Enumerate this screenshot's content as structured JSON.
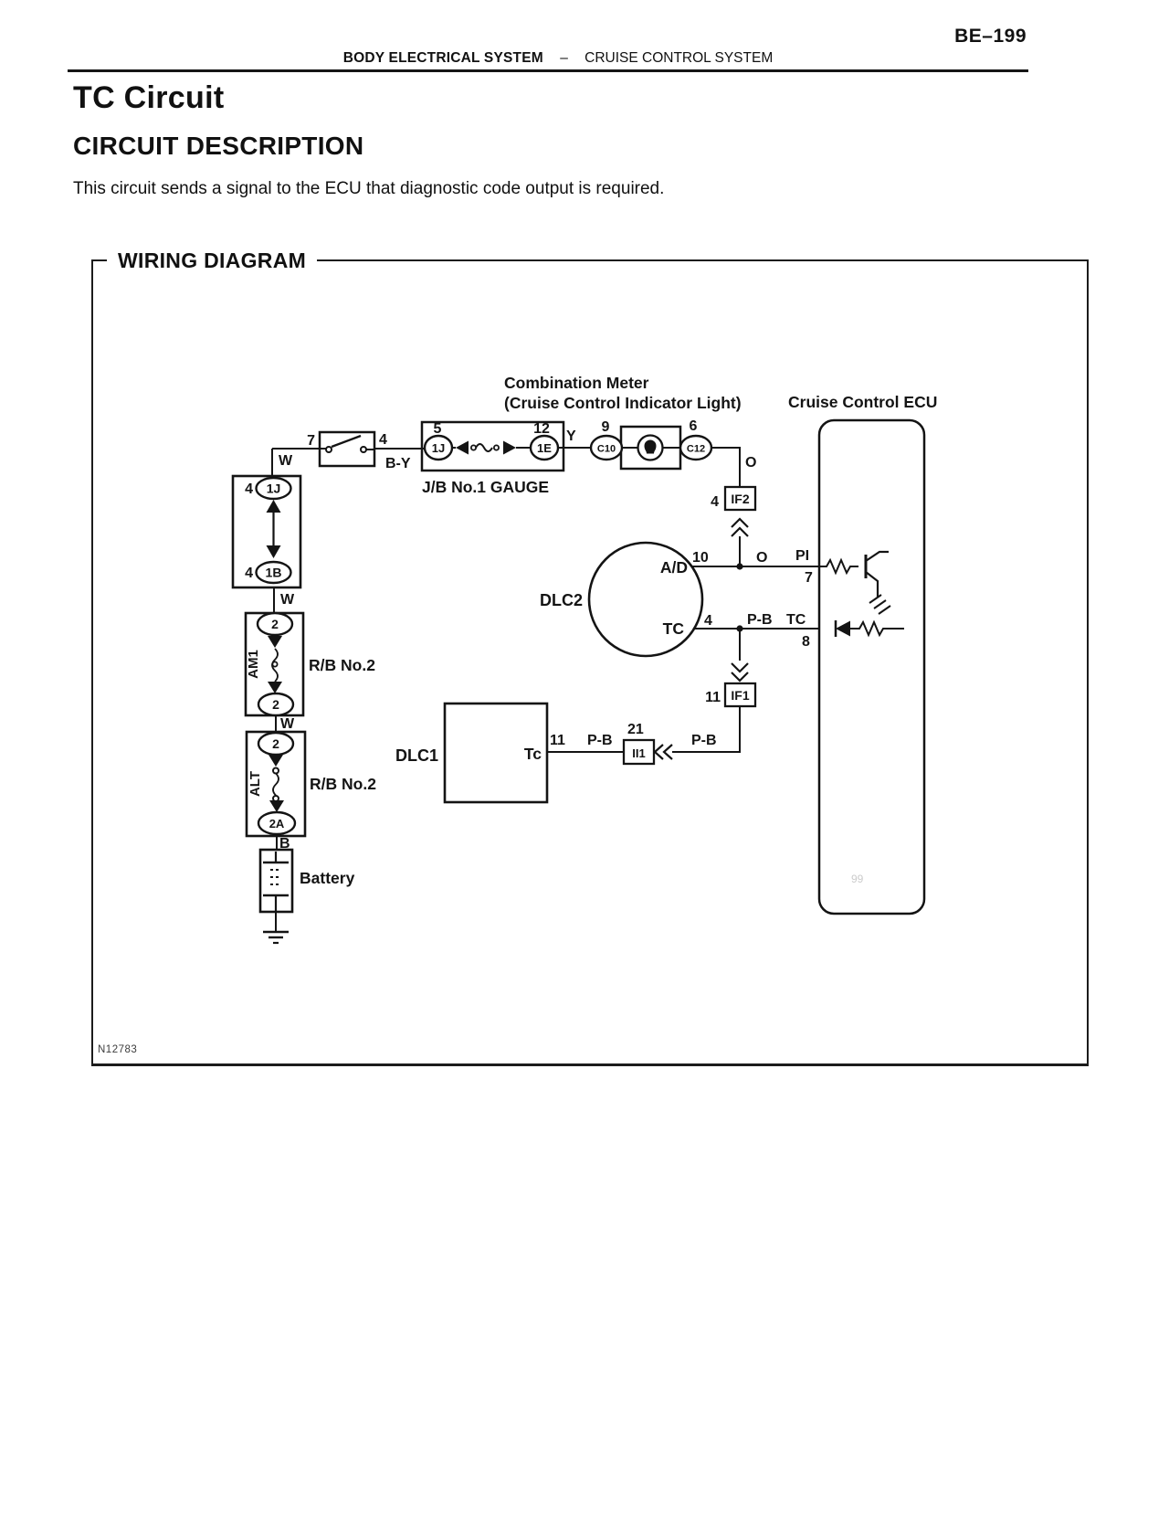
{
  "page": {
    "page_number": "BE–199",
    "section": "BODY ELECTRICAL SYSTEM",
    "separator": "–",
    "subsection": "CRUISE CONTROL SYSTEM",
    "title": "TC Circuit",
    "heading": "CIRCUIT DESCRIPTION",
    "description": "This circuit sends a signal to the ECU that diagnostic code output is required.",
    "figure_code": "N12783"
  },
  "diagram": {
    "title": "WIRING DIAGRAM",
    "components": {
      "combination_meter_1": "Combination Meter",
      "combination_meter_2": "(Cruise Control Indicator Light)",
      "cruise_control_ecu": "Cruise Control ECU",
      "jb_gauge": "J/B No.1 GAUGE",
      "rb_no2_am1": "R/B No.2",
      "rb_no2_alt": "R/B No.2",
      "am1": "AM1",
      "alt": "ALT",
      "battery": "Battery",
      "dlc2": "DLC2",
      "dlc1": "DLC1"
    },
    "connectors": {
      "jb_1j": "1J",
      "jb_1e": "1E",
      "c10": "C10",
      "c12": "C12",
      "if2": "IF2",
      "if1": "IF1",
      "ii1": "II1",
      "col_1j": "1J",
      "col_1b": "1B",
      "am1_top": "2",
      "am1_bottom": "2",
      "alt_top": "2",
      "alt_bottom": "2A"
    },
    "pins": {
      "switch_left": "7",
      "switch_right": "4",
      "jb_1j_pin": "5",
      "jb_1e_pin": "12",
      "c10_pin": "9",
      "c12_pin": "6",
      "if2_pin": "4",
      "if1_pin": "11",
      "ii1_pin": "21",
      "col_top_pin": "4",
      "col_bottom_pin": "4",
      "dlc2_ad_pin": "10",
      "dlc2_tc_pin": "4",
      "ecu_pi_pin": "7",
      "ecu_tc_pin": "8",
      "dlc1_pin": "11"
    },
    "terminals": {
      "dlc2_ad": "A/D",
      "dlc2_tc": "TC",
      "ecu_pi": "PI",
      "ecu_tc": "TC",
      "dlc1_tc": "Tc"
    },
    "wire_colors": {
      "w_top": "W",
      "by": "B-Y",
      "y": "Y",
      "o_drop": "O",
      "o_ad": "O",
      "pb_tc": "P-B",
      "pb_mid": "P-B",
      "pb_left": "P-B",
      "w_mid": "W",
      "w_low": "W",
      "b": "B"
    },
    "artifact": "99"
  }
}
